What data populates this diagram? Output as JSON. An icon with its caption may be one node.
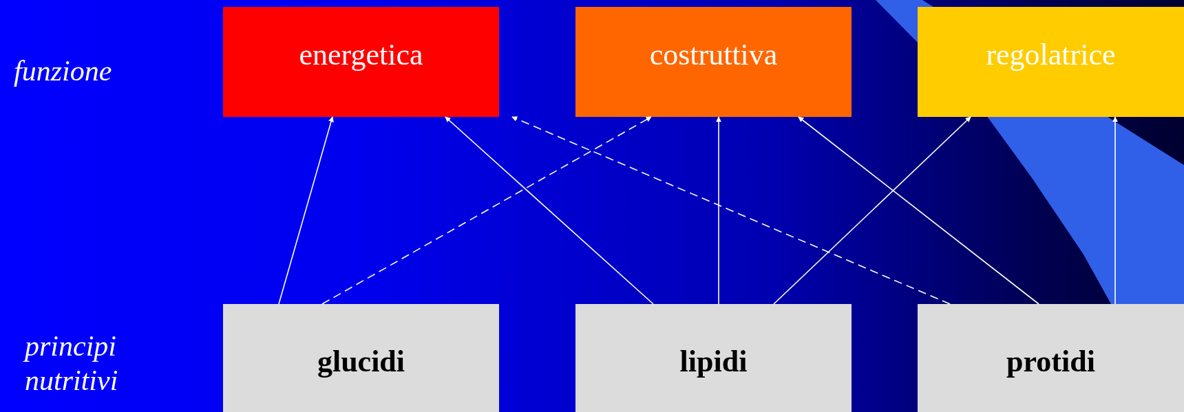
{
  "diagram": {
    "nodes": [
      {
        "text": [
          "energetica"
        ]
      },
      {
        "text": [
          "costruttiva"
        ]
      },
      {
        "text": [
          "regolatrice"
        ]
      },
      {
        "text": [
          "glucidi"
        ]
      },
      {
        "text": [
          "lipidi"
        ]
      },
      {
        "text": [
          "protidi"
        ]
      }
    ],
    "edges": [
      {
        "from": 3,
        "to": 0,
        "arrow": "to"
      },
      {
        "from": 3,
        "to": 1,
        "arrow": "to",
        "style": "dashed"
      },
      {
        "from": 4,
        "to": 0,
        "arrow": "to"
      },
      {
        "from": 4,
        "to": 1,
        "arrow": "to"
      },
      {
        "from": 4,
        "to": 2,
        "arrow": "to"
      },
      {
        "from": 5,
        "to": 0,
        "arrow": "to",
        "style": "dashed"
      },
      {
        "from": 5,
        "to": 1,
        "arrow": "to"
      },
      {
        "from": 5,
        "to": 2,
        "arrow": "to"
      }
    ],
    "labels": [
      "funzione",
      "principi nutritivi"
    ]
  }
}
